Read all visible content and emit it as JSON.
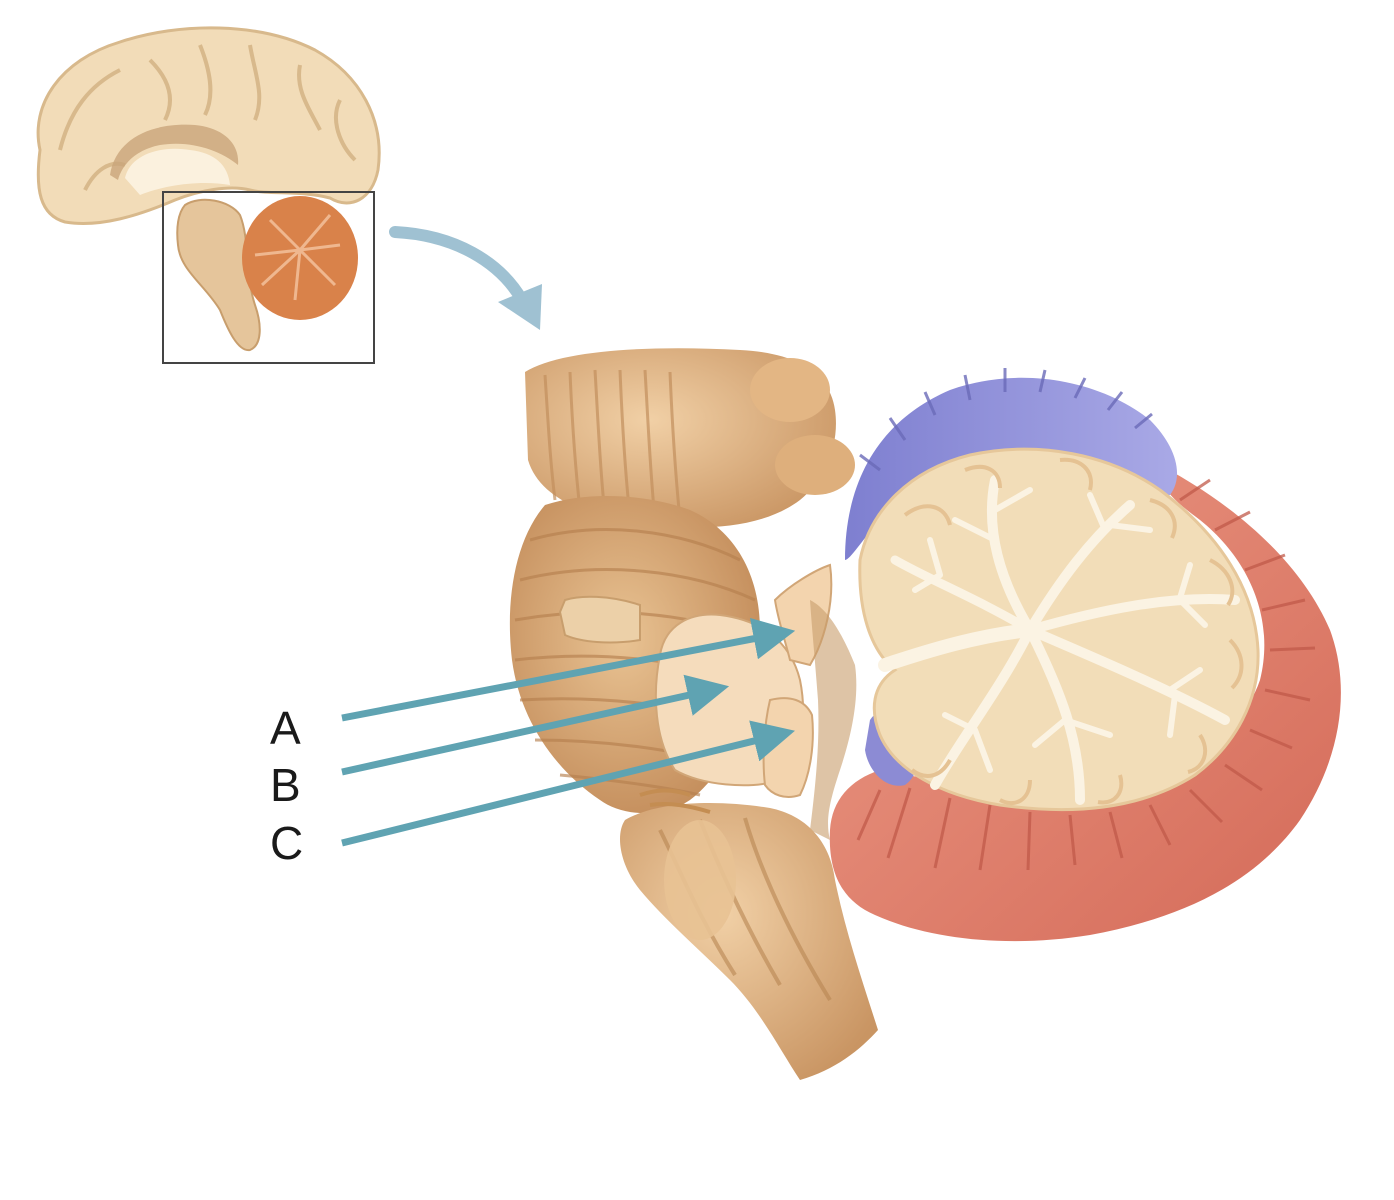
{
  "labels": [
    {
      "id": "A",
      "text": "A"
    },
    {
      "id": "B",
      "text": "B"
    },
    {
      "id": "C",
      "text": "C"
    }
  ],
  "colors": {
    "background": "#ffffff",
    "brain_cortex": "#f2dcb8",
    "brain_white_matter": "#fbf1de",
    "inset_cerebellum": "#d9824a",
    "brainstem": "#dcae7e",
    "peduncle": "#f3d8b6",
    "arbor_vitae": "#f2ddb8",
    "anterior_lobe": "#8f8fd6",
    "posterior_lobe": "#e07e6c",
    "pointer_arrow": "#5fa3b2",
    "inset_frame": "#444444"
  },
  "icons": {
    "zoom_arrow": "curved-zoom-arrow-icon",
    "pointer": "leader-arrow-icon"
  }
}
